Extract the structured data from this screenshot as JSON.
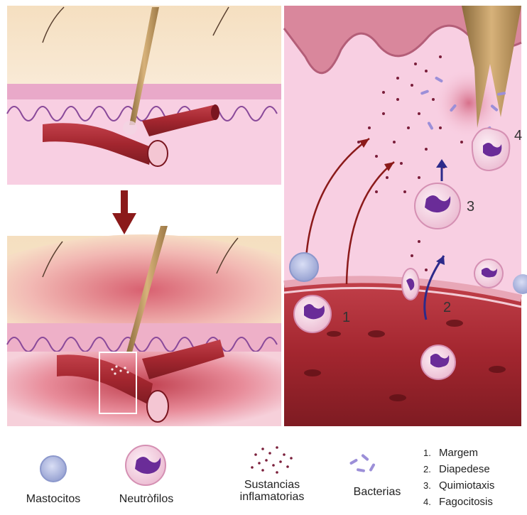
{
  "legend": {
    "mastocitos": "Mastocitos",
    "neutrofilos": "Neutròfilos",
    "sustancias_line1": "Sustancias",
    "sustancias_line2": "inflamatorias",
    "bacterias": "Bacterias"
  },
  "steps": [
    {
      "num": "1.",
      "label": "Margem"
    },
    {
      "num": "2.",
      "label": "Diapedese"
    },
    {
      "num": "3.",
      "label": "Quimiotaxis"
    },
    {
      "num": "4.",
      "label": "Fagocitosis"
    }
  ],
  "step_markers": {
    "one": "1",
    "two": "2",
    "three": "3",
    "four": "4"
  },
  "colors": {
    "skin_top": "#f6e2c6",
    "skin_pink": "#f8cfe2",
    "dermis": "#f6c8da",
    "vessel": "#a82834",
    "vessel_dark": "#7a1620",
    "neutrophil_nucleus": "#6a2c98",
    "mastocyte": "#9aa6d8",
    "splinter": "#b79460",
    "arrow_red": "#8b1a1a",
    "arrow_blue": "#2c2a8a"
  }
}
